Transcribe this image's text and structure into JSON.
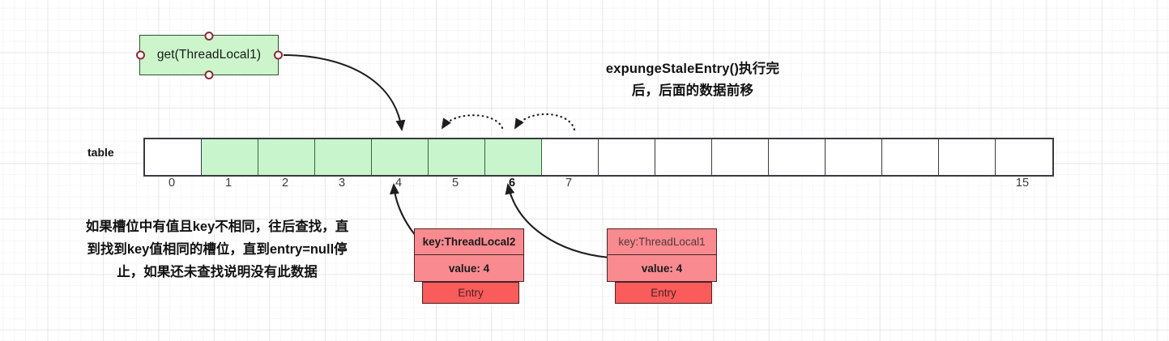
{
  "heading": {
    "line1": "expungeStaleEntry()执行完",
    "line2": "后，后面的数据前移"
  },
  "get_node": {
    "label": "get(ThreadLocal1)",
    "handles": [
      "top",
      "right",
      "bottom",
      "left"
    ]
  },
  "table": {
    "label": "table",
    "cell_count": 16,
    "filled_indices": [
      1,
      2,
      3,
      4,
      5,
      6
    ],
    "index_labels": [
      {
        "index": 0,
        "text": "0",
        "bold": false
      },
      {
        "index": 1,
        "text": "1",
        "bold": false
      },
      {
        "index": 2,
        "text": "2",
        "bold": false
      },
      {
        "index": 3,
        "text": "3",
        "bold": false
      },
      {
        "index": 4,
        "text": "4",
        "bold": false
      },
      {
        "index": 5,
        "text": "5",
        "bold": false
      },
      {
        "index": 6,
        "text": "6",
        "bold": true
      },
      {
        "index": 7,
        "text": "7",
        "bold": false
      },
      {
        "index": 15,
        "text": "15",
        "bold": false
      }
    ]
  },
  "note": {
    "line1": "如果槽位中有值且key不相同，往后查找，直",
    "line2": "到找到key值相同的槽位，直到entry=null停",
    "line3": "止，如果还未查找说明没有此数据"
  },
  "entries": [
    {
      "key": "key:ThreadLocal2",
      "value": "value: 4",
      "footer": "Entry",
      "key_bold": true
    },
    {
      "key": "key:ThreadLocal1",
      "value": "value: 4",
      "footer": "Entry",
      "key_bold": false
    }
  ],
  "colors": {
    "cell_fill": "#c9f5cd",
    "node_fill": "#ccf5cc",
    "entry_fill": "#f98a8f",
    "entry_footer_fill": "#fa5b5b",
    "stroke": "#3a3a42",
    "handle_stroke": "#8b2b33"
  }
}
